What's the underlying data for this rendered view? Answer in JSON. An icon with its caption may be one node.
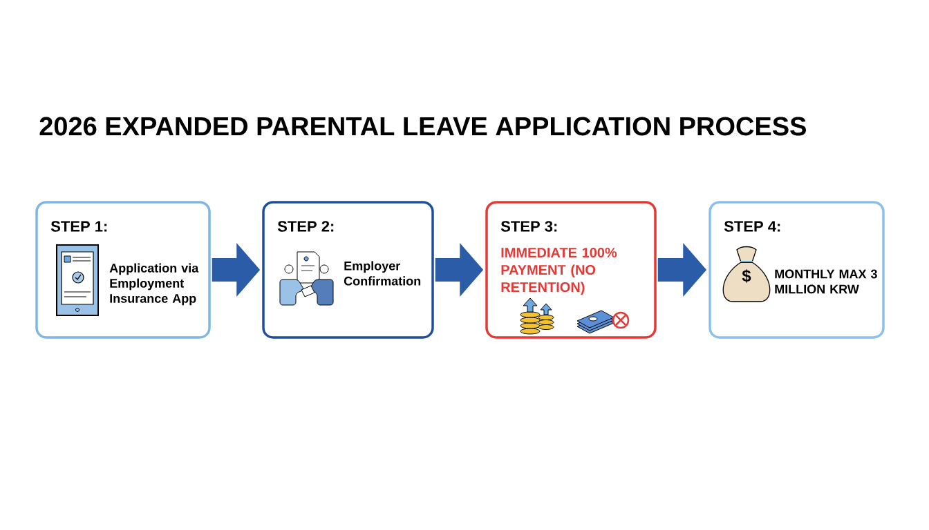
{
  "diagram": {
    "title": "2026 EXPANDED PARENTAL LEAVE APPLICATION PROCESS",
    "nodes": [
      {
        "text": [
          "STEP 1:",
          "Application via Employment Insurance App"
        ]
      },
      {
        "text": [
          "STEP 2:",
          "Employer Confirmation"
        ]
      },
      {
        "text": [
          "STEP 3:",
          "IMMEDIATE 100% PAYMENT (NO RETENTION)"
        ]
      },
      {
        "text": [
          "STEP 4:",
          "MONTHLY MAX 3 MILLION KRW"
        ]
      }
    ],
    "edges": [
      {
        "from": 0,
        "to": 1,
        "arrow": "to"
      },
      {
        "from": 1,
        "to": 2,
        "arrow": "to"
      },
      {
        "from": 2,
        "to": 3,
        "arrow": "to"
      }
    ],
    "labels": [
      "$"
    ]
  }
}
